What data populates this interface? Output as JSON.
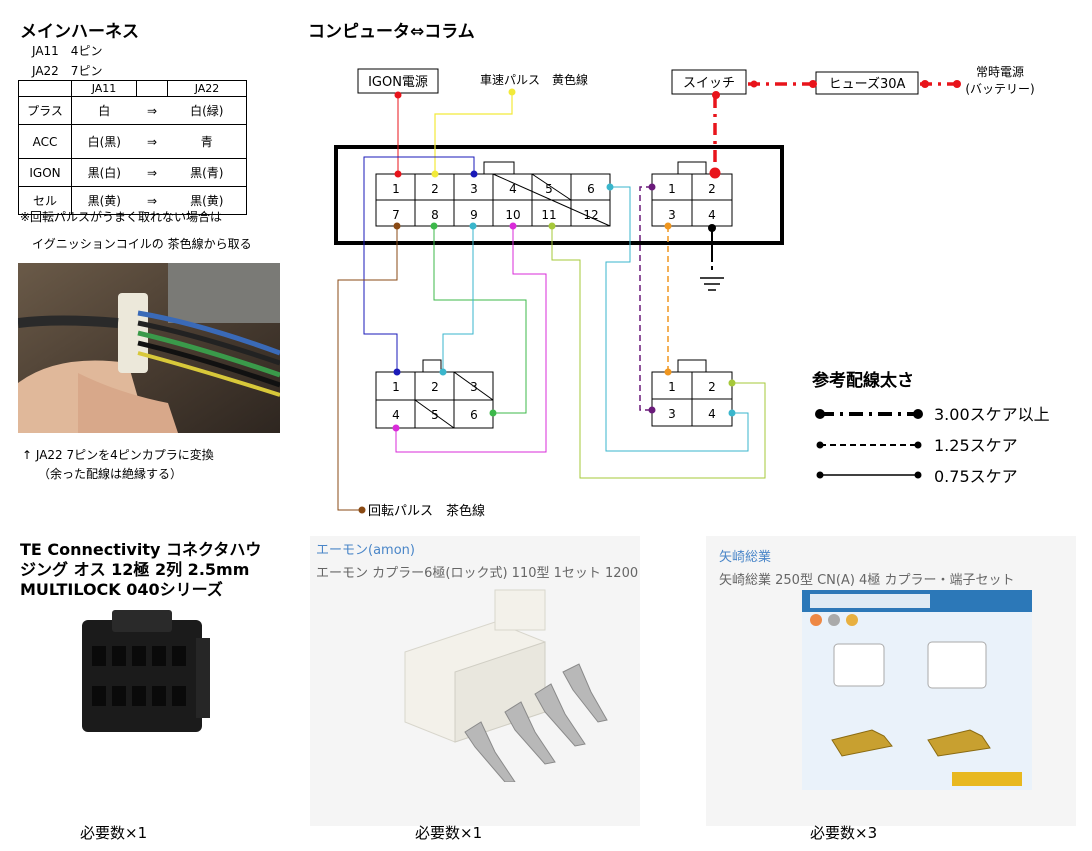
{
  "harness": {
    "title": "メインハーネス",
    "line1": "JA11　4ピン",
    "line2": "JA22　7ピン",
    "headers": [
      "",
      "JA11",
      "",
      "JA22"
    ],
    "rows": [
      [
        "プラス",
        "白",
        "⇒",
        "白(緑)"
      ],
      [
        "ACC",
        "白(黒)",
        "⇒",
        "青"
      ],
      [
        "IGON",
        "黒(白)",
        "⇒",
        "黒(青)"
      ],
      [
        "セル",
        "黒(黄)",
        "⇒",
        "黒(黄)"
      ]
    ],
    "note1": "※回転パルスがうまく取れない場合は",
    "note2": "イグニッションコイルの 茶色線から取る",
    "caption1": "↑ JA22 7ピンを4ピンカプラに変換",
    "caption2": "（余った配線は絶縁する）"
  },
  "diagram": {
    "title": "コンピュータ⇔コラム",
    "igon_label": "IGON電源",
    "speed_label": "車速パルス　黄色線",
    "switch_label": "スイッチ",
    "fuse_label": "ヒューズ30A",
    "battery_label1": "常時電源",
    "battery_label2": "(バッテリー)",
    "rotation_label": "回転パルス　茶色線",
    "conn12_top": [
      "1",
      "2",
      "3",
      "4",
      "5",
      "6"
    ],
    "conn12_bottom": [
      "7",
      "8",
      "9",
      "10",
      "11",
      "12"
    ],
    "conn4a_top": [
      "1",
      "2"
    ],
    "conn4a_bottom": [
      "3",
      "4"
    ],
    "conn6_top": [
      "1",
      "2",
      "3"
    ],
    "conn6_bottom": [
      "4",
      "5",
      "6"
    ],
    "conn4b_top": [
      "1",
      "2"
    ],
    "conn4b_bottom": [
      "3",
      "4"
    ]
  },
  "legend": {
    "title": "参考配線太さ",
    "items": [
      "3.00スケア以上",
      "1.25スケア",
      "0.75スケア"
    ]
  },
  "products": [
    {
      "brand": "",
      "title": "TE Connectivity コネクタハウジング オス 12極 2列 2.5mm MULTILOCK 040シリーズ",
      "qty": "必要数×1"
    },
    {
      "brand": "エーモン(amon)",
      "title": "エーモン カプラー6極(ロック式) 110型 1セット 1200",
      "qty": "必要数×1"
    },
    {
      "brand": "矢崎総業",
      "title": "矢崎総業 250型 CN(A) 4極 カプラー・端子セット",
      "qty": "必要数×3"
    }
  ],
  "colors": {
    "red": "#e8141b",
    "yellow": "#f2ea3a",
    "blue": "#1a1ab8",
    "brown": "#8a4a14",
    "green": "#3cb84a",
    "cyan": "#3ab6cc",
    "magenta": "#d92bd9",
    "lime": "#a6c83a",
    "purple": "#6a1a7a",
    "orange": "#f0961e"
  }
}
